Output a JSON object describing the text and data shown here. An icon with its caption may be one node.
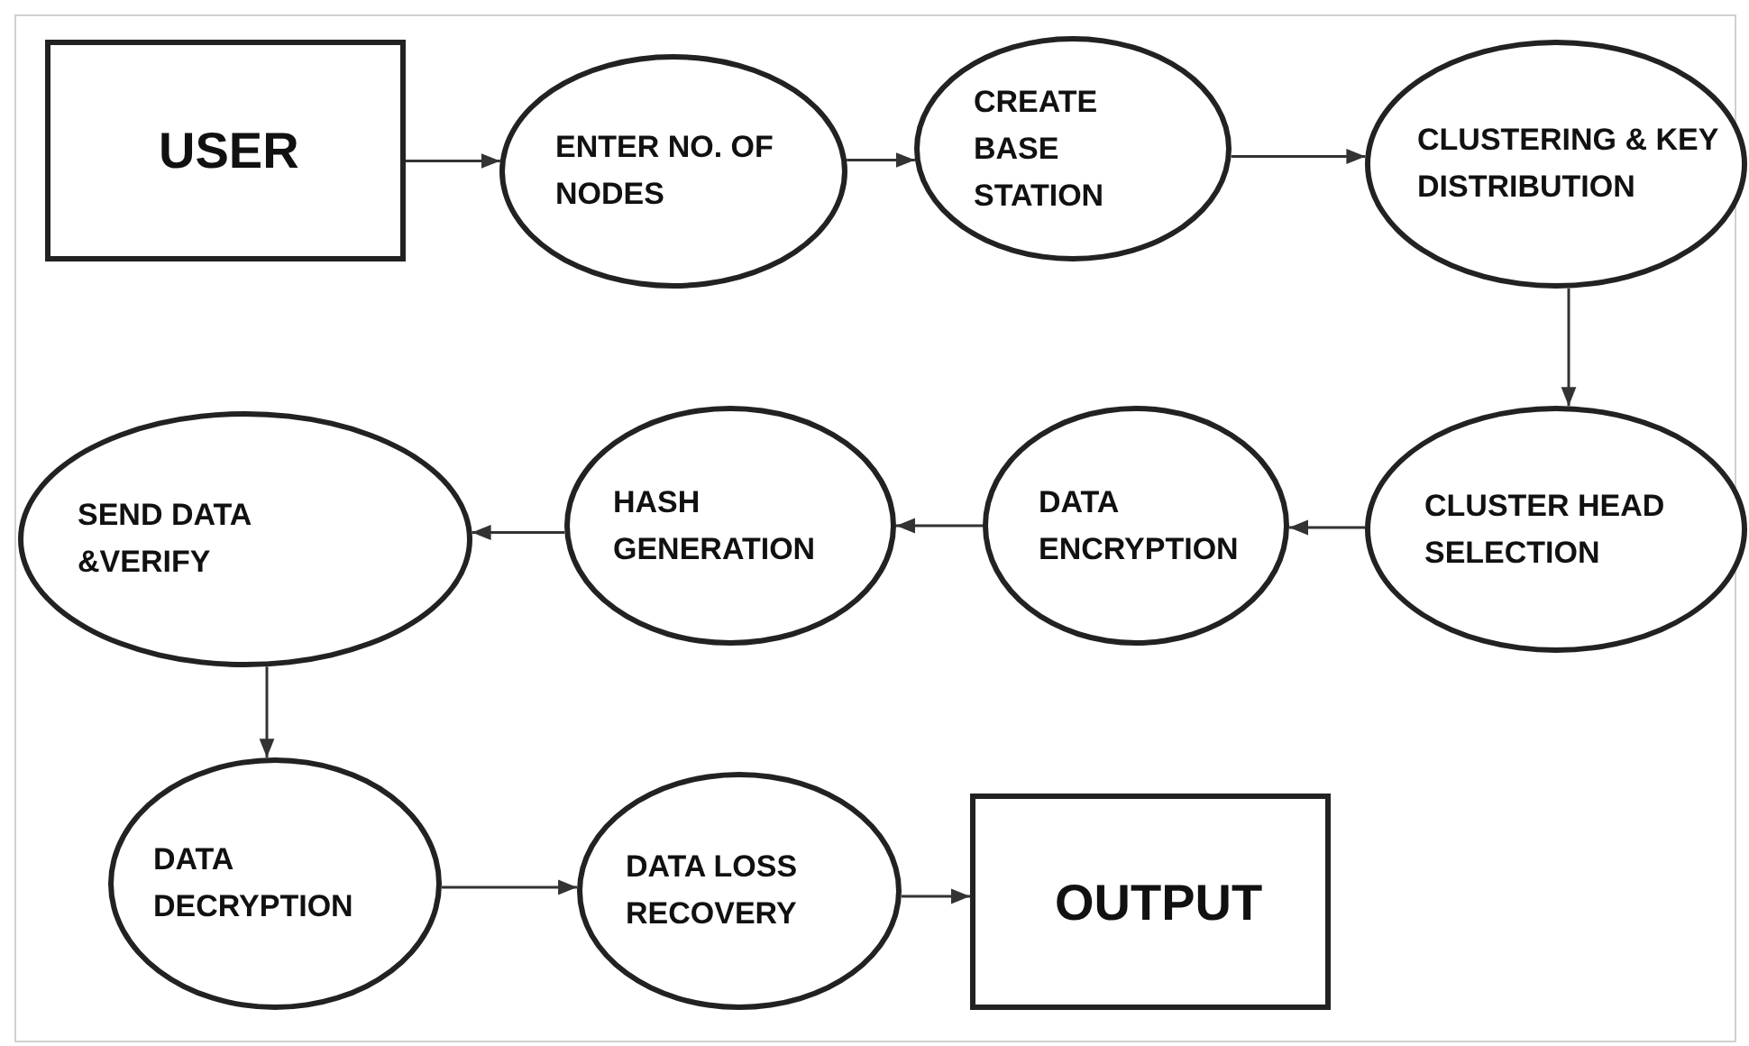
{
  "diagram": {
    "nodes": [
      {
        "text": [
          "USER"
        ]
      },
      {
        "text": [
          "ENTER NO. OF NODES"
        ]
      },
      {
        "text": [
          "CREATE BASE STATION"
        ]
      },
      {
        "text": [
          "CLUSTERING & KEY DISTRIBUTION"
        ]
      },
      {
        "text": [
          "CLUSTER HEAD SELECTION"
        ]
      },
      {
        "text": [
          "DATA ENCRYPTION"
        ]
      },
      {
        "text": [
          "HASH GENERATION"
        ]
      },
      {
        "text": [
          "SEND DATA &VERIFY"
        ]
      },
      {
        "text": [
          "DATA DECRYPTION"
        ]
      },
      {
        "text": [
          "DATA LOSS RECOVERY"
        ]
      },
      {
        "text": [
          "OUTPUT"
        ]
      }
    ],
    "edges": [
      {
        "from": 0,
        "to": 1,
        "arrow": "to"
      },
      {
        "from": 1,
        "to": 2,
        "arrow": "to"
      },
      {
        "from": 2,
        "to": 3,
        "arrow": "to"
      },
      {
        "from": 3,
        "to": 4,
        "arrow": "to"
      },
      {
        "from": 4,
        "to": 5,
        "arrow": "to"
      },
      {
        "from": 5,
        "to": 6,
        "arrow": "to"
      },
      {
        "from": 6,
        "to": 7,
        "arrow": "to"
      },
      {
        "from": 7,
        "to": 8,
        "arrow": "to"
      },
      {
        "from": 8,
        "to": 9,
        "arrow": "to"
      },
      {
        "from": 9,
        "to": 10,
        "arrow": "to"
      }
    ]
  }
}
